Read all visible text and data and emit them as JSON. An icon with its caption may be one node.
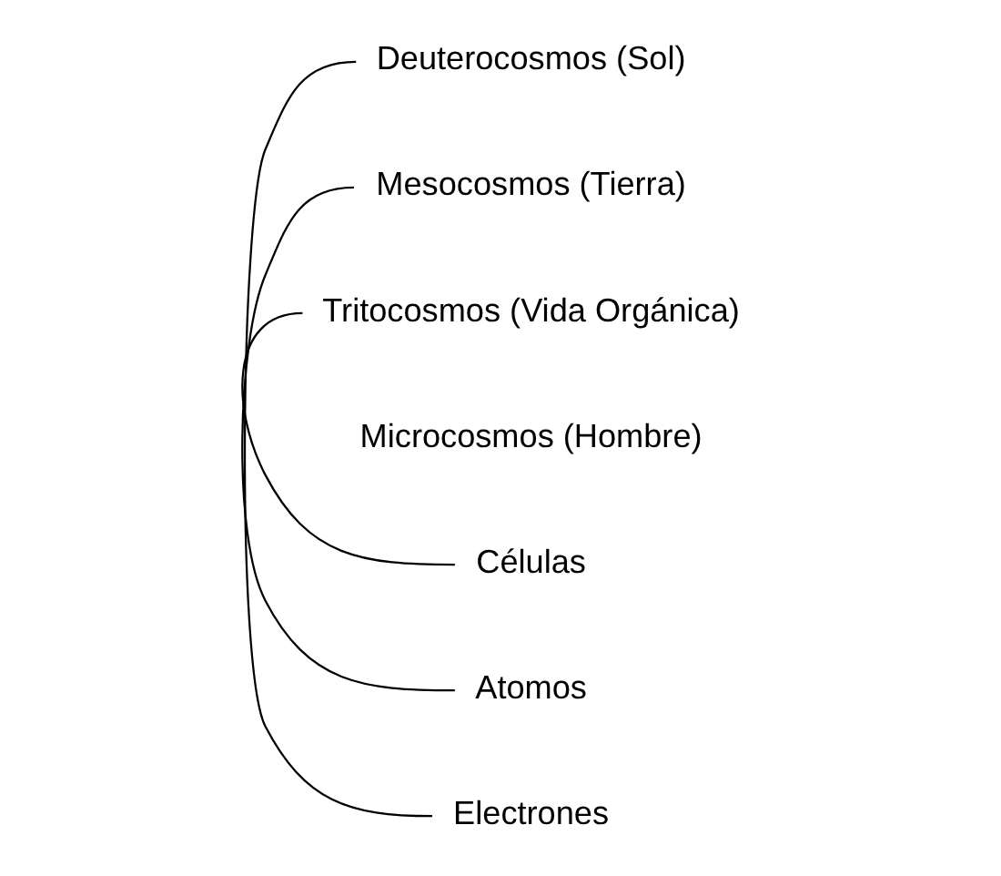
{
  "diagram": {
    "nodes": [
      {
        "text": [
          "Deuterocosmos (Sol)"
        ]
      },
      {
        "text": [
          "Mesocosmos (Tierra)"
        ]
      },
      {
        "text": [
          "Tritocosmos (Vida Orgánica)"
        ]
      },
      {
        "text": [
          "Microcosmos (Hombre)"
        ]
      },
      {
        "text": [
          "Células"
        ]
      },
      {
        "text": [
          "Atomos"
        ]
      },
      {
        "text": [
          "Electrones"
        ]
      }
    ],
    "edges": [
      {
        "from": 0,
        "to": 6,
        "arrow": "none"
      },
      {
        "from": 1,
        "to": 5,
        "arrow": "none"
      },
      {
        "from": 2,
        "to": 4,
        "arrow": "none"
      }
    ]
  }
}
